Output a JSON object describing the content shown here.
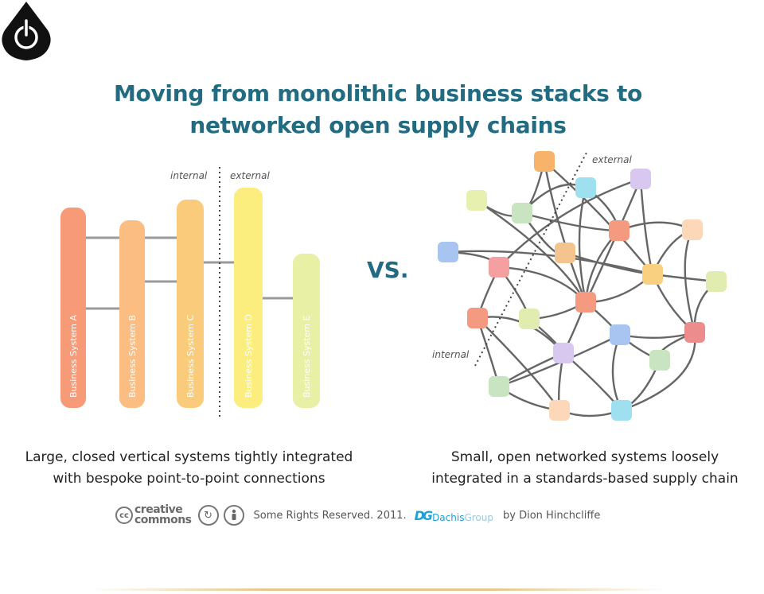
{
  "header": {
    "logo_icon": "power-drop-icon"
  },
  "title": {
    "line1": "Moving from monolithic business stacks to",
    "line2": "networked open supply chains"
  },
  "left_diagram": {
    "divider_labels": {
      "internal": "internal",
      "external": "external"
    },
    "systems": [
      {
        "label": "Business System A",
        "color": "#f79a78"
      },
      {
        "label": "Business System B",
        "color": "#fbbd82"
      },
      {
        "label": "Business System C",
        "color": "#fbcb7c"
      },
      {
        "label": "Business System D",
        "color": "#fbee7e"
      },
      {
        "label": "Business System E",
        "color": "#e7f0a4"
      }
    ]
  },
  "vs_label": "VS.",
  "right_diagram": {
    "labels": {
      "internal": "internal",
      "external": "external"
    },
    "node_colors": [
      "#f8b36b",
      "#9edff0",
      "#d8c8f0",
      "#e8f0b0",
      "#c8e4c0",
      "#f4a080",
      "#fcd8b8",
      "#f3c48d",
      "#a8c4f0",
      "#f4a0a0",
      "#f8d080",
      "#f49a80",
      "#e0ecb0",
      "#ec8c8c"
    ]
  },
  "captions": {
    "left_line1": "Large, closed vertical systems tightly integrated",
    "left_line2": "with bespoke point-to-point connections",
    "right_line1": "Small, open networked systems loosely",
    "right_line2": "integrated in a standards-based supply chain"
  },
  "footer": {
    "cc_mark": "cc",
    "cc_word1": "creative",
    "cc_word2": "commons",
    "rights": "Some Rights Reserved. 2011.",
    "dg_mark": "DG",
    "dg_name1": "Dachis",
    "dg_name2": "Group",
    "credit": "by Dion Hinchcliffe"
  }
}
